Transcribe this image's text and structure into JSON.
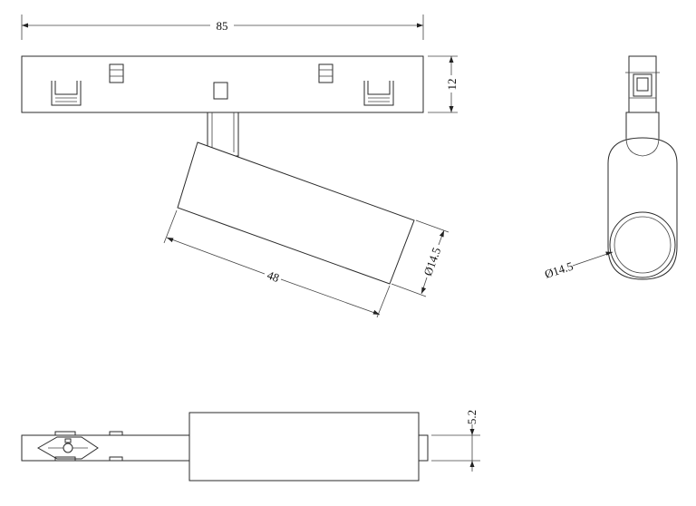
{
  "dimensions": {
    "top_width": "85",
    "top_height": "12",
    "spot_length": "48",
    "spot_diameter_front": "Ø14.5",
    "spot_diameter_side": "Ø14.5",
    "bottom_offset": "5.2"
  }
}
